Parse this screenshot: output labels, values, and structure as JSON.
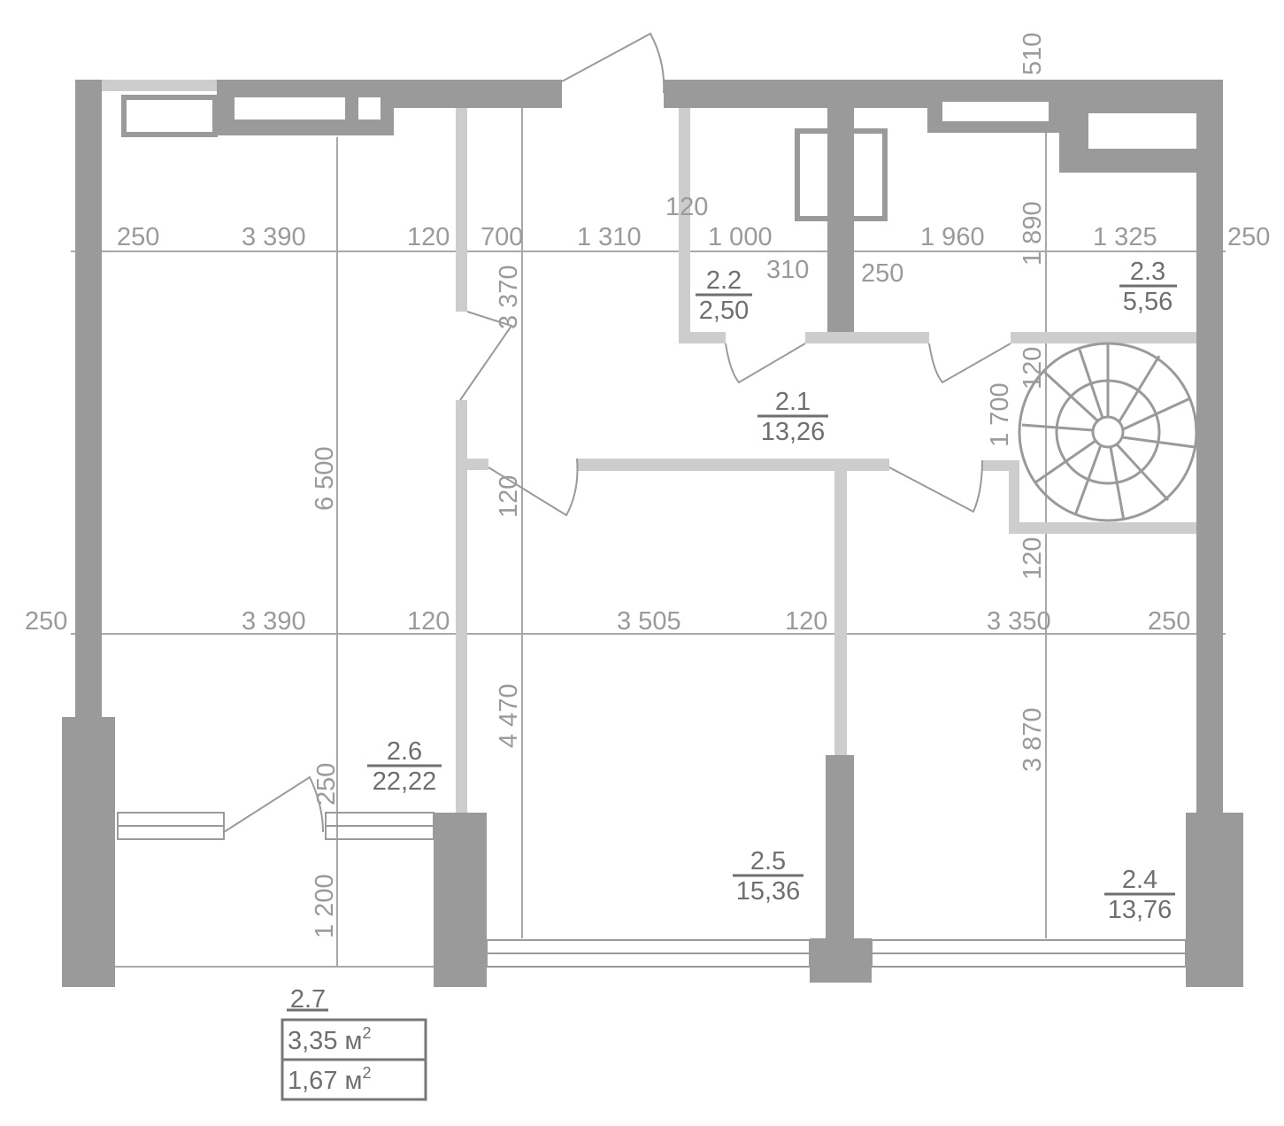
{
  "rooms": [
    {
      "id": "2.1",
      "area": "13,26"
    },
    {
      "id": "2.2",
      "area": "2,50"
    },
    {
      "id": "2.3",
      "area": "5,56"
    },
    {
      "id": "2.4",
      "area": "13,76"
    },
    {
      "id": "2.5",
      "area": "15,36"
    },
    {
      "id": "2.6",
      "area": "22,22"
    }
  ],
  "balcony": {
    "id": "2.7",
    "area_full": "3,35 м",
    "area_reduced": "1,67 м",
    "unit_sup": "2"
  },
  "dims_top": [
    "250",
    "3 390",
    "120",
    "700",
    "1 310",
    "1 000",
    "1 960",
    "1 325",
    "250"
  ],
  "dims_middle": [
    "250",
    "3 390",
    "120",
    "3 505",
    "120",
    "3 350",
    "250"
  ],
  "dims_misc": [
    "120",
    "310",
    "250"
  ],
  "dims_vertical": [
    "510",
    "1 890",
    "3 370",
    "6 500",
    "120",
    "1 700",
    "120",
    "120",
    "4 470",
    "3 870",
    "250",
    "1 200"
  ]
}
